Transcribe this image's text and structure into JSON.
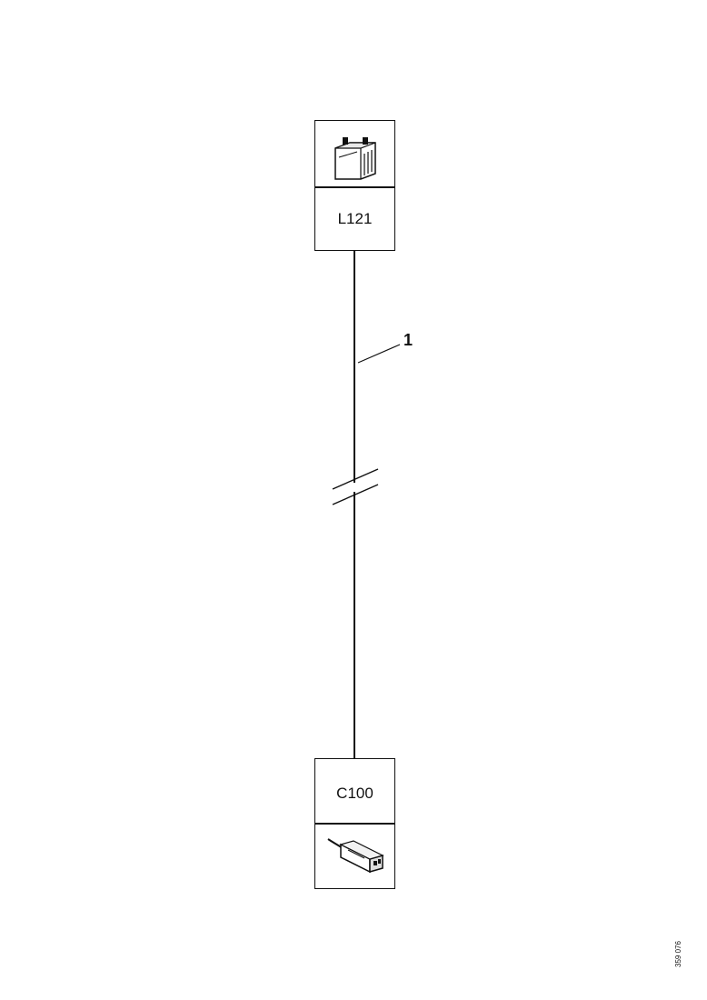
{
  "components": {
    "top": {
      "code": "L121",
      "icon": "battery-icon"
    },
    "bottom": {
      "code": "C100",
      "icon": "connector-plug-icon"
    }
  },
  "wire": {
    "callout": "1"
  },
  "doc_reference": "359 076"
}
